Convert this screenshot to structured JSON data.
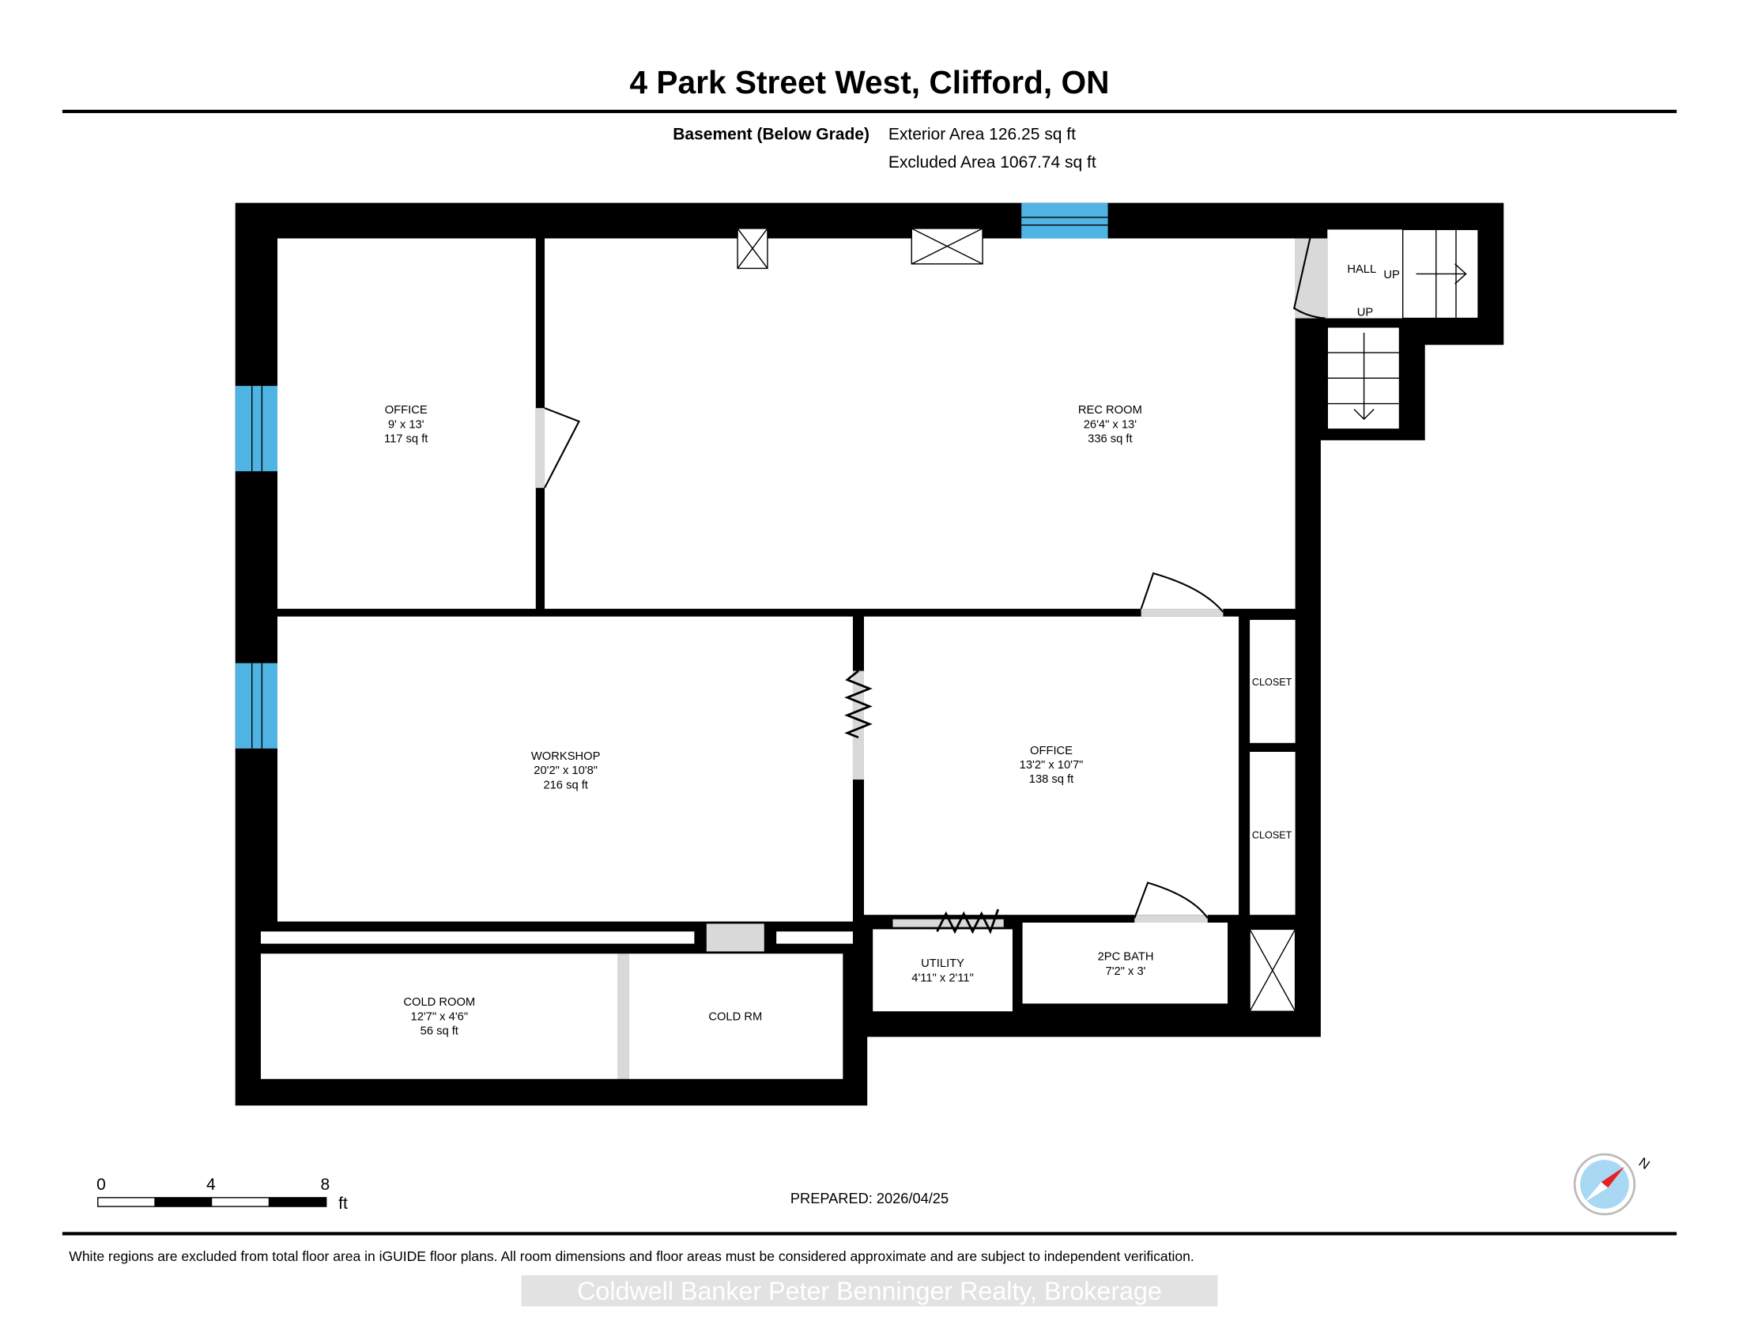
{
  "header": {
    "title": "4 Park Street West, Clifford, ON",
    "level": "Basement (Below Grade)",
    "exterior_area": "Exterior Area 126.25 sq ft",
    "excluded_area": "Excluded Area 1067.74 sq ft"
  },
  "rooms": [
    {
      "name": "OFFICE",
      "dims": "9' x 13'",
      "area": "117 sq ft"
    },
    {
      "name": "REC ROOM",
      "dims": "26'4\" x 13'",
      "area": "336 sq ft"
    },
    {
      "name": "WORKSHOP",
      "dims": "20'2\" x 10'8\"",
      "area": "216 sq ft"
    },
    {
      "name": "OFFICE",
      "dims": "13'2\" x 10'7\"",
      "area": "138 sq ft"
    },
    {
      "name": "UTILITY",
      "dims": "4'11\" x 2'11\""
    },
    {
      "name": "2PC BATH",
      "dims": "7'2\" x 3'"
    },
    {
      "name": "COLD ROOM",
      "dims": "12'7\" x 4'6\"",
      "area": "56 sq ft"
    },
    {
      "name": "COLD RM"
    },
    {
      "name": "CLOSET"
    },
    {
      "name": "CLOSET"
    },
    {
      "name": "HALL"
    }
  ],
  "stairs": {
    "up1": "UP",
    "up2": "UP"
  },
  "scale": {
    "ticks": [
      "0",
      "4",
      "8"
    ],
    "unit": "ft"
  },
  "prepared": "PREPARED: 2026/04/25",
  "compass": {
    "label": "N"
  },
  "footer": {
    "disclaimer": "White regions are excluded from total floor area in iGUIDE floor plans. All room dimensions and floor areas must be considered approximate and are subject to independent verification.",
    "watermark": "Coldwell Banker Peter Benninger Realty, Brokerage"
  },
  "colors": {
    "window": "#4fb3e3",
    "door": "#d9d9d9",
    "compass_red": "#e8201e",
    "compass_blue": "#a9d8f5"
  }
}
